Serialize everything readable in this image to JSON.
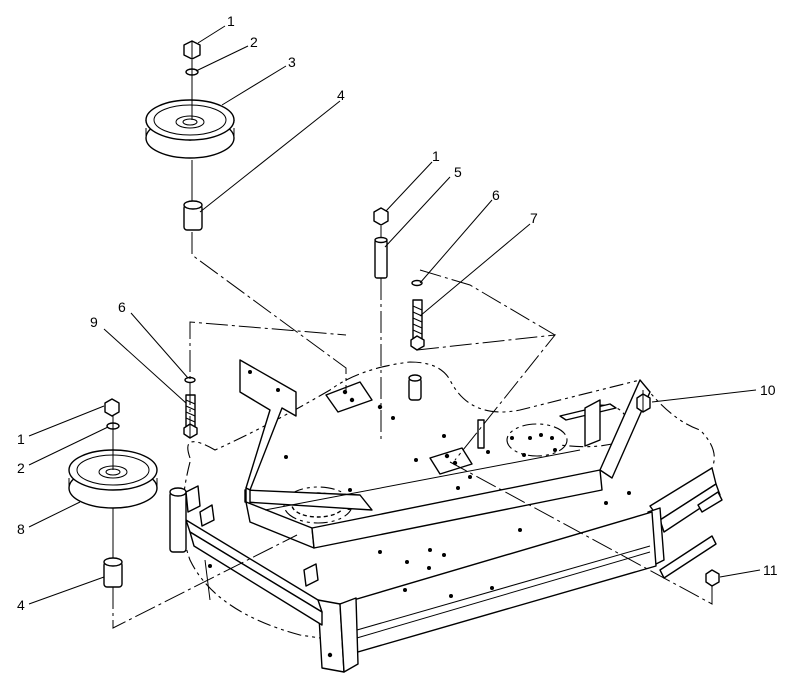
{
  "callouts": [
    {
      "id": "c1a",
      "text": "1"
    },
    {
      "id": "c2a",
      "text": "2"
    },
    {
      "id": "c3",
      "text": "3"
    },
    {
      "id": "c4a",
      "text": "4"
    },
    {
      "id": "c1b",
      "text": "1"
    },
    {
      "id": "c5",
      "text": "5"
    },
    {
      "id": "c6a",
      "text": "6"
    },
    {
      "id": "c7",
      "text": "7"
    },
    {
      "id": "c9",
      "text": "9"
    },
    {
      "id": "c6b",
      "text": "6"
    },
    {
      "id": "c10",
      "text": "10"
    },
    {
      "id": "c1c",
      "text": "1"
    },
    {
      "id": "c2b",
      "text": "2"
    },
    {
      "id": "c8",
      "text": "8"
    },
    {
      "id": "c4b",
      "text": "4"
    },
    {
      "id": "c11",
      "text": "11"
    }
  ]
}
